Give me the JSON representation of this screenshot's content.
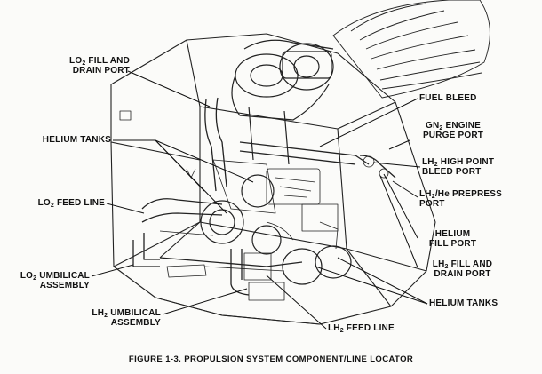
{
  "labels": {
    "lo2_fill_drain": {
      "l1_pre": "LO",
      "l1_sub": "2",
      "l1_post": " FILL AND",
      "l2": "DRAIN PORT"
    },
    "helium_tanks_left": "HELIUM TANKS",
    "lo2_feed_line": {
      "pre": "LO",
      "sub": "2",
      "post": " FEED LINE"
    },
    "lo2_umbilical": {
      "l1_pre": "LO",
      "l1_sub": "2",
      "l1_post": " UMBILICAL",
      "l2": "ASSEMBLY"
    },
    "lh2_umbilical": {
      "l1_pre": "LH",
      "l1_sub": "2",
      "l1_post": " UMBILICAL",
      "l2": "ASSEMBLY"
    },
    "lh2_feed_line": {
      "pre": "LH",
      "sub": "2",
      "post": " FEED LINE"
    },
    "helium_tanks_right": "HELIUM TANKS",
    "lh2_fill_drain": {
      "l1_pre": "LH",
      "l1_sub": "2",
      "l1_post": " FILL AND",
      "l2": "DRAIN PORT"
    },
    "helium_fill_port": {
      "l1": "HELIUM",
      "l2": "FILL PORT"
    },
    "lh2_he_prepress": {
      "l1_pre": "LH",
      "l1_sub": "2",
      "l1_post": "/He PREPRESS",
      "l2": "PORT"
    },
    "lh2_high_point": {
      "l1_pre": "LH",
      "l1_sub": "2",
      "l1_post": " HIGH POINT",
      "l2": "BLEED PORT"
    },
    "gn2_engine_purge": {
      "l1_pre": "GN",
      "l1_sub": "2",
      "l1_post": " ENGINE",
      "l2": "PURGE PORT"
    },
    "fuel_bleed": "FUEL BLEED"
  },
  "caption": "FIGURE 1-3.  PROPULSION SYSTEM COMPONENT/LINE LOCATOR"
}
